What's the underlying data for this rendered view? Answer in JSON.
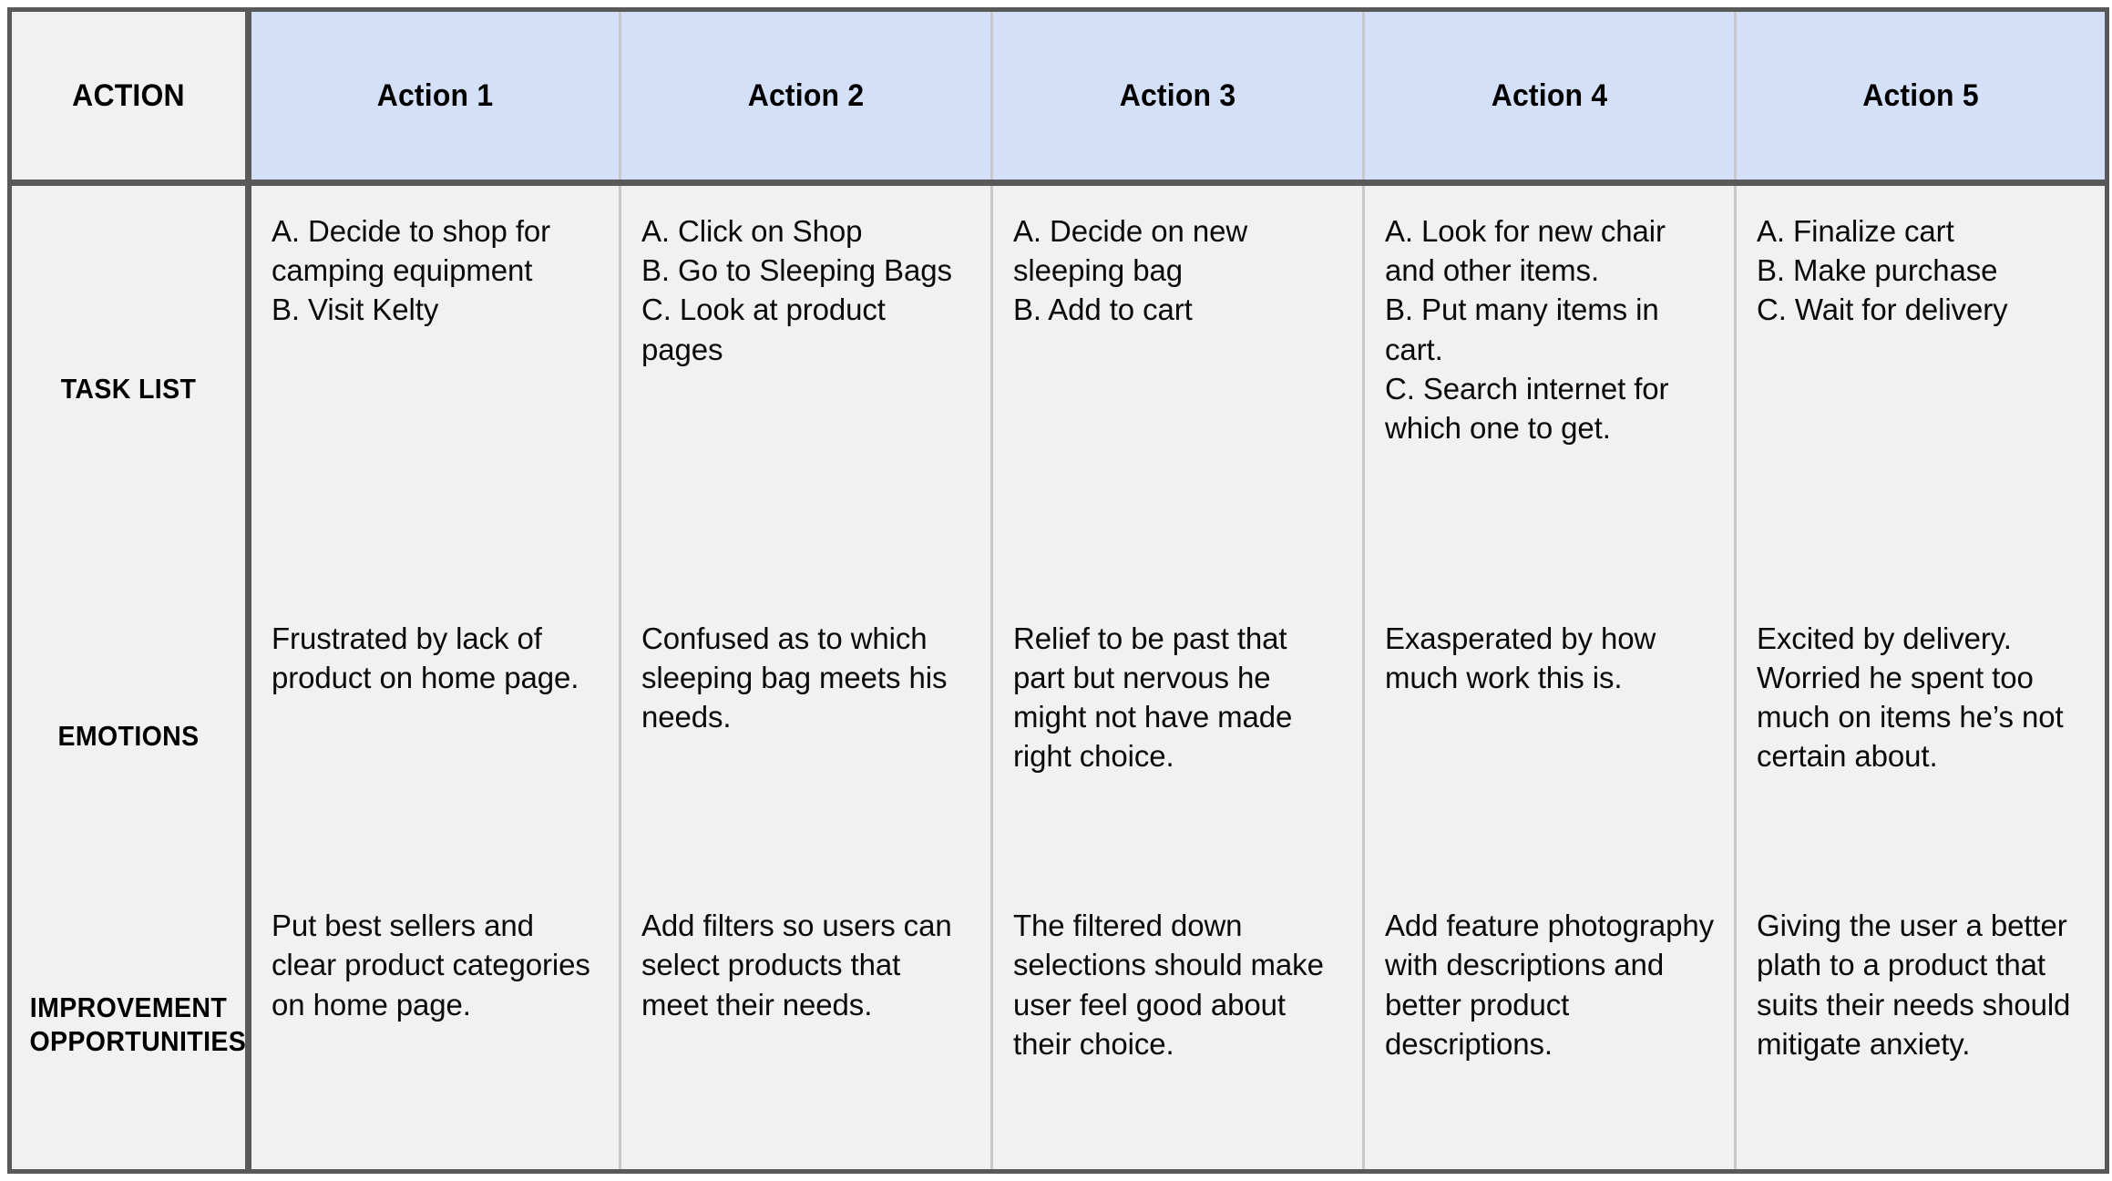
{
  "document": {
    "type": "customer-journey-map-table",
    "colors": {
      "header_accent": "#d3e0f8",
      "cell_background": "#f1f1f1",
      "thick_border": "#595959",
      "thin_divider": "#c8c8c8",
      "text": "#0a0a0a",
      "page_background": "#ffffff"
    }
  },
  "table": {
    "corner_label": "ACTION",
    "column_headers": [
      "Action 1",
      "Action 2",
      "Action 3",
      "Action 4",
      "Action 5"
    ],
    "rows": [
      {
        "label": "TASK LIST",
        "cells": [
          "A. Decide to shop for camping equipment\nB. Visit Kelty",
          "A. Click on Shop\nB. Go to Sleeping Bags\nC. Look at product pages",
          "A. Decide on new sleeping bag\nB. Add to cart",
          "A. Look for new chair and other items.\nB. Put many items in cart.\nC. Search internet for which one to get.",
          "A. Finalize cart\nB. Make purchase\nC. Wait for delivery"
        ]
      },
      {
        "label": "EMOTIONS",
        "cells": [
          "Frustrated by lack of product on home page.",
          "Confused as to which sleeping bag meets his needs.",
          "Relief to be past that part but nervous he might not have made right choice.",
          "Exasperated by how much work this is.",
          "Excited by delivery. Worried he spent too much on items he’s not certain about."
        ]
      },
      {
        "label": "IMPROVEMENT OPPORTUNITIES",
        "cells": [
          "Put best sellers and clear product categories on home page.",
          "Add filters so users can select products that meet their needs.",
          "The filtered down selections should make user feel good about their choice.",
          "Add feature photography with descriptions and better product descriptions.",
          "Giving the user a better plath to a product that suits their needs should mitigate anxiety."
        ]
      }
    ]
  }
}
